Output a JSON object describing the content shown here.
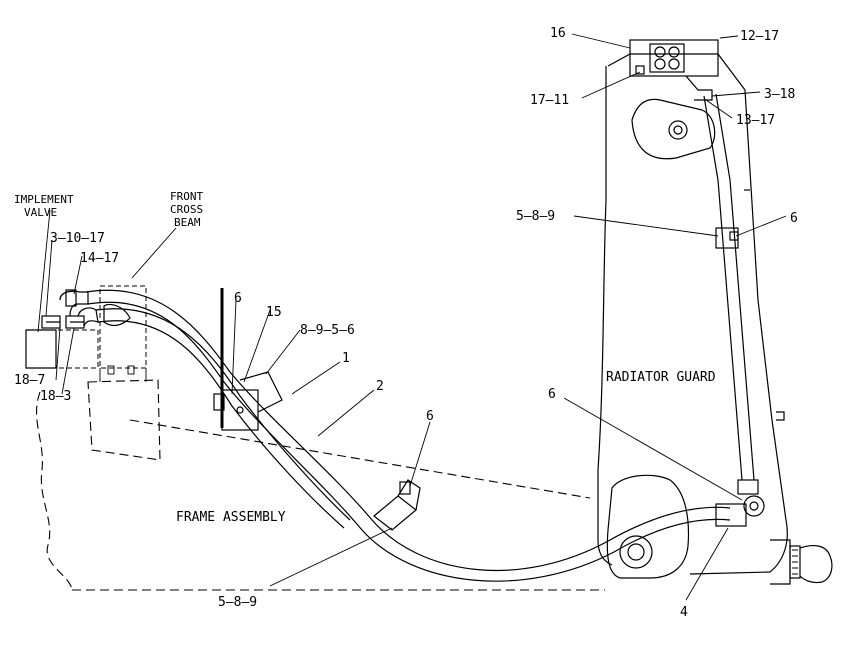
{
  "labels": {
    "implement_valve_line1": "IMPLEMENT",
    "implement_valve_line2": "VALVE",
    "front_cross_beam_line1": "FRONT",
    "front_cross_beam_line2": "CROSS",
    "front_cross_beam_line3": "BEAM",
    "radiator_guard": "RADIATOR GUARD",
    "frame_assembly": "FRAME ASSEMBLY"
  },
  "callouts": {
    "c_16": "16",
    "c_12_17": "12–17",
    "c_17_11": "17–11",
    "c_3_18": "3–18",
    "c_13_17": "13–17",
    "c_5_8_9_top": "5–8–9",
    "c_6_right": "6",
    "c_3_10_17": "3–10–17",
    "c_14_17": "14–17",
    "c_6_left": "6",
    "c_15": "15",
    "c_8_9_5_6": "8–9–5–6",
    "c_1": "1",
    "c_2": "2",
    "c_18_7": "18–7",
    "c_18_3": "18–3",
    "c_6_mid": "6",
    "c_6_lower_right": "6",
    "c_5_8_9_bottom": "5–8–9",
    "c_4": "4"
  }
}
